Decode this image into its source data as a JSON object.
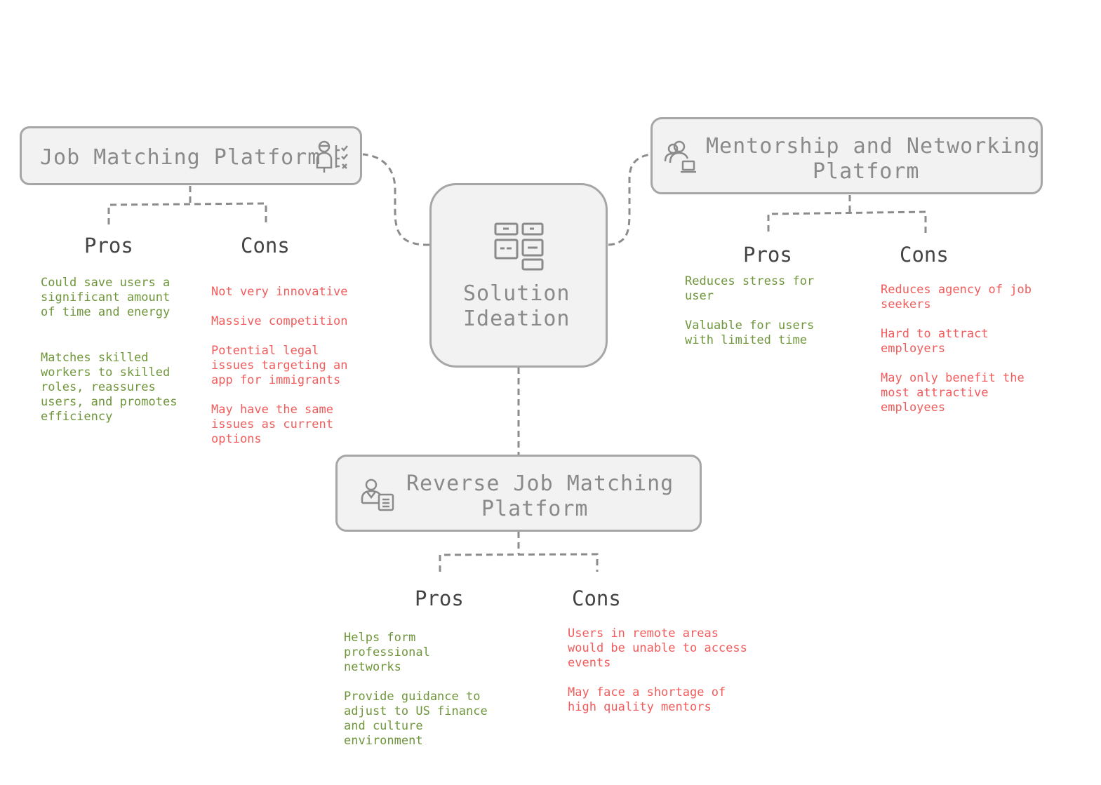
{
  "colors": {
    "node_fill": "#f2f2f2",
    "node_border": "#a6a6a6",
    "title_text": "#8a8a8a",
    "pros_text": "#6f963b",
    "cons_text": "#f25c5c",
    "connector": "#8c8c8c"
  },
  "center": {
    "title_line1": "Solution",
    "title_line2": "Ideation",
    "icon": "layout-grid-icon"
  },
  "job_matching": {
    "title": "Job Matching Platform",
    "icon": "person-checklist-icon",
    "pros_label": "Pros",
    "cons_label": "Cons",
    "pros": [
      [
        "Could save users a",
        "significant amount",
        "of time and energy"
      ],
      [
        "Matches skilled",
        "workers to skilled",
        "roles, reassures",
        "users, and promotes",
        "efficiency"
      ]
    ],
    "cons": [
      [
        "Not very innovative"
      ],
      [
        "Massive competition"
      ],
      [
        "Potential legal",
        "issues targeting an",
        "app for immigrants"
      ],
      [
        "May have the same",
        "issues as current",
        "options"
      ]
    ]
  },
  "mentorship": {
    "title_line1": "Mentorship and Networking",
    "title_line2": "Platform",
    "icon": "people-laptop-icon",
    "pros_label": "Pros",
    "cons_label": "Cons",
    "pros": [
      [
        "Reduces stress for",
        "user"
      ],
      [
        "Valuable for users",
        "with limited time"
      ]
    ],
    "cons": [
      [
        "Reduces agency of job",
        "seekers"
      ],
      [
        "Hard to attract",
        "employers"
      ],
      [
        "May only benefit the",
        "most attractive",
        "employees"
      ]
    ]
  },
  "reverse": {
    "title_line1": "Reverse Job Matching",
    "title_line2": "Platform",
    "icon": "person-resume-icon",
    "pros_label": "Pros",
    "cons_label": "Cons",
    "pros": [
      [
        "Helps form",
        "professional",
        "networks"
      ],
      [
        "Provide guidance to",
        "adjust to US finance",
        "and culture",
        "environment"
      ]
    ],
    "cons": [
      [
        "Users in remote areas",
        "would be unable to access",
        "events"
      ],
      [
        "May face a shortage of",
        "high quality mentors"
      ]
    ]
  }
}
